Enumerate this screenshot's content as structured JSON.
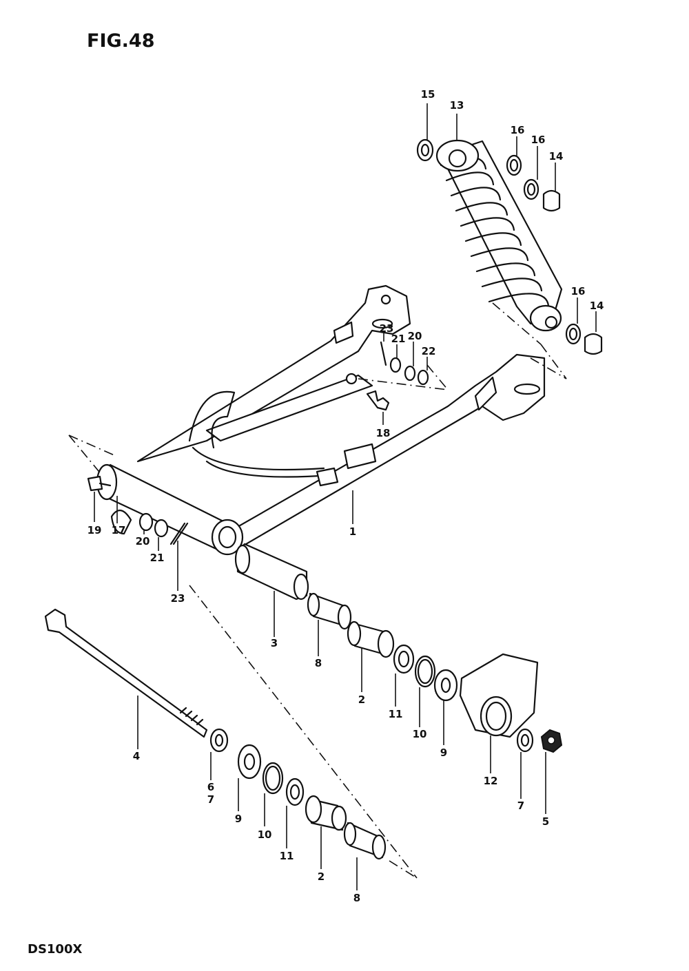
{
  "figure": {
    "title": "FIG.48",
    "model_code": "DS100X"
  },
  "callouts": [
    {
      "id": "c15",
      "label": "15"
    },
    {
      "id": "c13",
      "label": "13"
    },
    {
      "id": "c16a",
      "label": "16"
    },
    {
      "id": "c16b",
      "label": "16"
    },
    {
      "id": "c14a",
      "label": "14"
    },
    {
      "id": "c16c",
      "label": "16"
    },
    {
      "id": "c14b",
      "label": "14"
    },
    {
      "id": "c23a",
      "label": "23"
    },
    {
      "id": "c21a",
      "label": "21"
    },
    {
      "id": "c20a",
      "label": "20"
    },
    {
      "id": "c22",
      "label": "22"
    },
    {
      "id": "c18",
      "label": "18"
    },
    {
      "id": "c19",
      "label": "19"
    },
    {
      "id": "c17",
      "label": "17"
    },
    {
      "id": "c20b",
      "label": "20"
    },
    {
      "id": "c21b",
      "label": "21"
    },
    {
      "id": "c23b",
      "label": "23"
    },
    {
      "id": "c1",
      "label": "1"
    },
    {
      "id": "c3",
      "label": "3"
    },
    {
      "id": "c8a",
      "label": "8"
    },
    {
      "id": "c2a",
      "label": "2"
    },
    {
      "id": "c11a",
      "label": "11"
    },
    {
      "id": "c10a",
      "label": "10"
    },
    {
      "id": "c9a",
      "label": "9"
    },
    {
      "id": "c12",
      "label": "12"
    },
    {
      "id": "c7a",
      "label": "7"
    },
    {
      "id": "c5",
      "label": "5"
    },
    {
      "id": "c4",
      "label": "4"
    },
    {
      "id": "c6",
      "label": "6"
    },
    {
      "id": "c7b",
      "label": "7"
    },
    {
      "id": "c9b",
      "label": "9"
    },
    {
      "id": "c10b",
      "label": "10"
    },
    {
      "id": "c11b",
      "label": "11"
    },
    {
      "id": "c2b",
      "label": "2"
    },
    {
      "id": "c8b",
      "label": "8"
    }
  ]
}
